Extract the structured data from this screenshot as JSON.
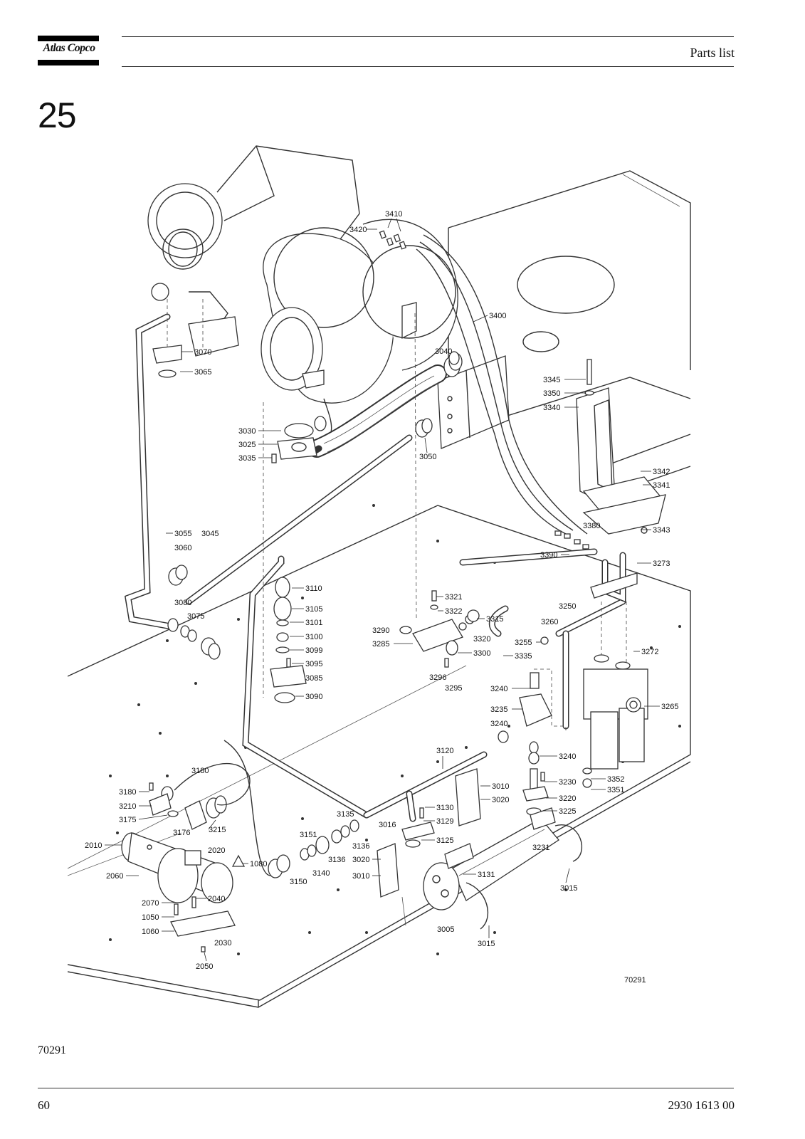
{
  "header": {
    "logo_text": "Atlas Copco",
    "section_title": "Parts list"
  },
  "section_number": "25",
  "figure": {
    "drawing_number": "70291",
    "callouts": [
      {
        "id": "c3410",
        "text": "3410"
      },
      {
        "id": "c3420",
        "text": "3420"
      },
      {
        "id": "c3400",
        "text": "3400"
      },
      {
        "id": "c3070",
        "text": "3070"
      },
      {
        "id": "c3065",
        "text": "3065"
      },
      {
        "id": "c3040",
        "text": "3040"
      },
      {
        "id": "c3345",
        "text": "3345"
      },
      {
        "id": "c3350",
        "text": "3350"
      },
      {
        "id": "c3340",
        "text": "3340"
      },
      {
        "id": "c3030",
        "text": "3030"
      },
      {
        "id": "c3025",
        "text": "3025"
      },
      {
        "id": "c3035",
        "text": "3035"
      },
      {
        "id": "c3050",
        "text": "3050"
      },
      {
        "id": "c3342",
        "text": "3342"
      },
      {
        "id": "c3341",
        "text": "3341"
      },
      {
        "id": "c3380",
        "text": "3380"
      },
      {
        "id": "c3343",
        "text": "3343"
      },
      {
        "id": "c3390",
        "text": "3390"
      },
      {
        "id": "c3273",
        "text": "3273"
      },
      {
        "id": "c3055",
        "text": "3055"
      },
      {
        "id": "c3045",
        "text": "3045"
      },
      {
        "id": "c3060",
        "text": "3060"
      },
      {
        "id": "c3110",
        "text": "3110"
      },
      {
        "id": "c3321",
        "text": "3321"
      },
      {
        "id": "c3322",
        "text": "3322"
      },
      {
        "id": "c3080",
        "text": "3080"
      },
      {
        "id": "c3075",
        "text": "3075"
      },
      {
        "id": "c3105",
        "text": "3105"
      },
      {
        "id": "c3101",
        "text": "3101"
      },
      {
        "id": "c3100",
        "text": "3100"
      },
      {
        "id": "c3099",
        "text": "3099"
      },
      {
        "id": "c3095",
        "text": "3095"
      },
      {
        "id": "c3085",
        "text": "3085"
      },
      {
        "id": "c3090",
        "text": "3090"
      },
      {
        "id": "c3290",
        "text": "3290"
      },
      {
        "id": "c3285",
        "text": "3285"
      },
      {
        "id": "c3315",
        "text": "3315"
      },
      {
        "id": "c3320",
        "text": "3320"
      },
      {
        "id": "c3300",
        "text": "3300"
      },
      {
        "id": "c3335",
        "text": "3335"
      },
      {
        "id": "c3296",
        "text": "3296"
      },
      {
        "id": "c3295",
        "text": "3295"
      },
      {
        "id": "c3250",
        "text": "3250"
      },
      {
        "id": "c3260",
        "text": "3260"
      },
      {
        "id": "c3255",
        "text": "3255"
      },
      {
        "id": "c3272",
        "text": "3272"
      },
      {
        "id": "c3240a",
        "text": "3240"
      },
      {
        "id": "c3235",
        "text": "3235"
      },
      {
        "id": "c3240b",
        "text": "3240"
      },
      {
        "id": "c3240c",
        "text": "3240"
      },
      {
        "id": "c3265",
        "text": "3265"
      },
      {
        "id": "c3120",
        "text": "3120"
      },
      {
        "id": "c3180a",
        "text": "3180"
      },
      {
        "id": "c3180b",
        "text": "3180"
      },
      {
        "id": "c3210",
        "text": "3210"
      },
      {
        "id": "c3175",
        "text": "3175"
      },
      {
        "id": "c3176",
        "text": "3176"
      },
      {
        "id": "c3215",
        "text": "3215"
      },
      {
        "id": "c3010a",
        "text": "3010"
      },
      {
        "id": "c3020a",
        "text": "3020"
      },
      {
        "id": "c3230",
        "text": "3230"
      },
      {
        "id": "c3352",
        "text": "3352"
      },
      {
        "id": "c3220",
        "text": "3220"
      },
      {
        "id": "c3351",
        "text": "3351"
      },
      {
        "id": "c3225",
        "text": "3225"
      },
      {
        "id": "c3130",
        "text": "3130"
      },
      {
        "id": "c3129",
        "text": "3129"
      },
      {
        "id": "c3135",
        "text": "3135"
      },
      {
        "id": "c3016",
        "text": "3016"
      },
      {
        "id": "c3125",
        "text": "3125"
      },
      {
        "id": "c3151",
        "text": "3151"
      },
      {
        "id": "c3136a",
        "text": "3136"
      },
      {
        "id": "c3136b",
        "text": "3136"
      },
      {
        "id": "c3231",
        "text": "3231"
      },
      {
        "id": "c2010",
        "text": "2010"
      },
      {
        "id": "c2020",
        "text": "2020"
      },
      {
        "id": "c1080",
        "text": "1080"
      },
      {
        "id": "c3140",
        "text": "3140"
      },
      {
        "id": "c3020b",
        "text": "3020"
      },
      {
        "id": "c3150",
        "text": "3150"
      },
      {
        "id": "c3010b",
        "text": "3010"
      },
      {
        "id": "c3131",
        "text": "3131"
      },
      {
        "id": "c3015a",
        "text": "3015"
      },
      {
        "id": "c2060",
        "text": "2060"
      },
      {
        "id": "c2040",
        "text": "2040"
      },
      {
        "id": "c2070",
        "text": "2070"
      },
      {
        "id": "c1050",
        "text": "1050"
      },
      {
        "id": "c1060",
        "text": "1060"
      },
      {
        "id": "c2030",
        "text": "2030"
      },
      {
        "id": "c3005",
        "text": "3005"
      },
      {
        "id": "c3015b",
        "text": "3015"
      },
      {
        "id": "c2050",
        "text": "2050"
      }
    ]
  },
  "figure_caption": "70291",
  "footer": {
    "page_number": "60",
    "document_number": "2930 1613 00"
  }
}
